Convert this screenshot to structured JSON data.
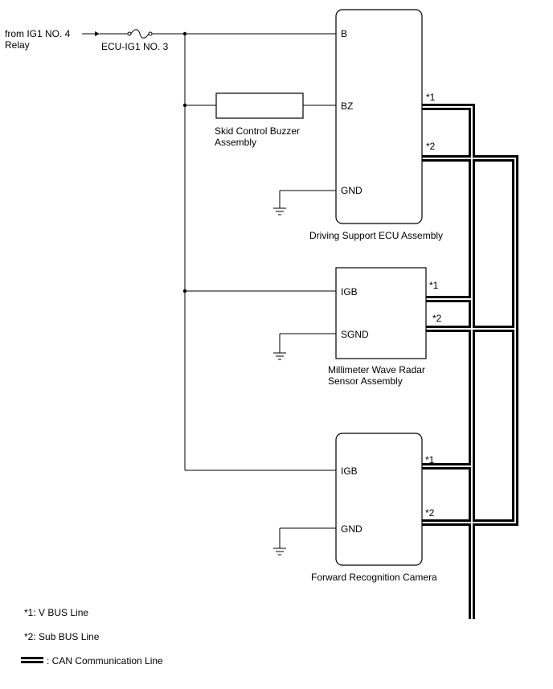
{
  "source": {
    "line1": "from IG1 NO. 4",
    "line2": "Relay"
  },
  "fuse": {
    "label": "ECU-IG1 NO. 3"
  },
  "buzzer": {
    "line1": "Skid Control Buzzer",
    "line2": "Assembly"
  },
  "components": {
    "ecu": {
      "name": "Driving Support ECU Assembly",
      "pins": [
        "B",
        "BZ",
        "GND"
      ],
      "bus1": "*1",
      "bus2": "*2"
    },
    "radar": {
      "name_line1": "Millimeter Wave Radar",
      "name_line2": "Sensor Assembly",
      "pins": [
        "IGB",
        "SGND"
      ],
      "bus1": "*1",
      "bus2": "*2"
    },
    "camera": {
      "name": "Forward Recognition Camera",
      "pins": [
        "IGB",
        "GND"
      ],
      "bus1": "*1",
      "bus2": "*2"
    }
  },
  "legend": {
    "item1": "*1: V BUS Line",
    "item2": "*2: Sub BUS Line",
    "item3": ": CAN Communication Line"
  }
}
